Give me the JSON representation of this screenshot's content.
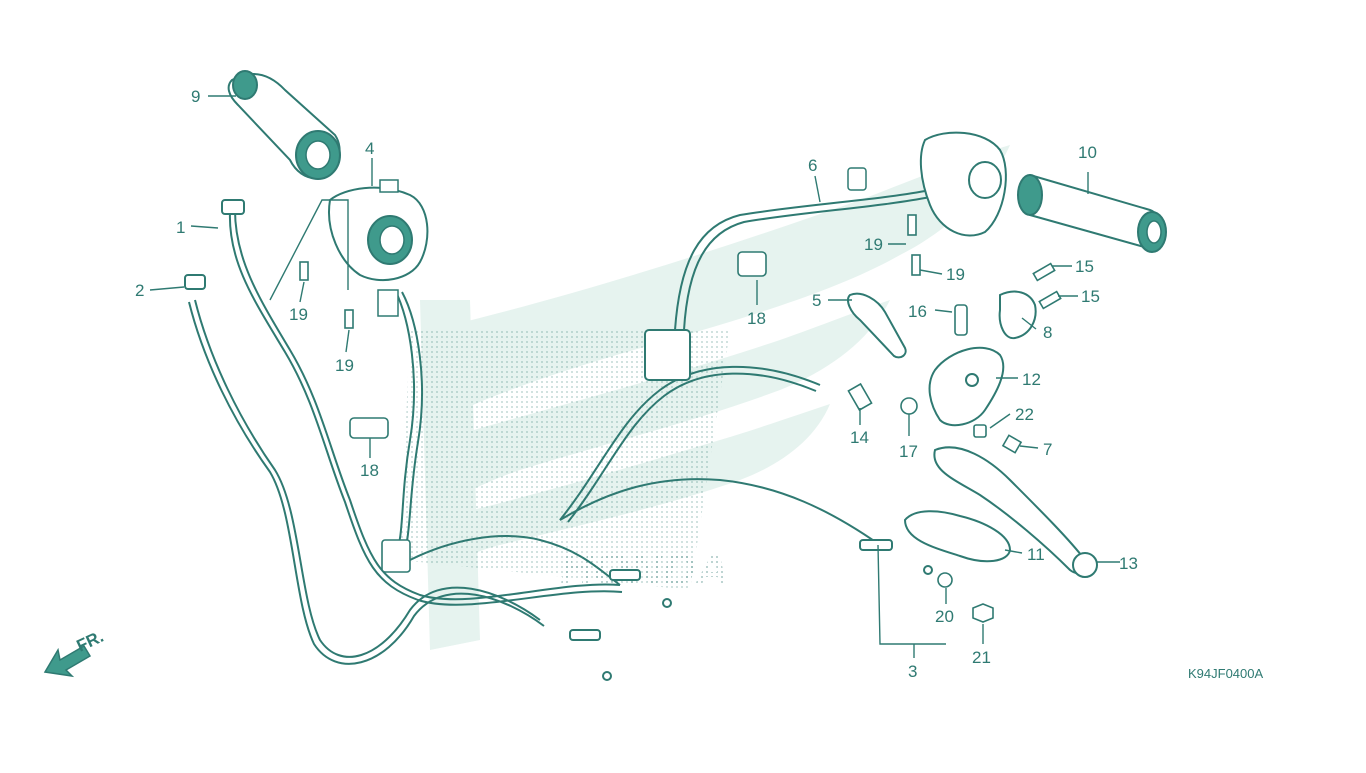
{
  "colors": {
    "ink": "#2f7a72",
    "dot": "#2f7a72",
    "watermark": "#e6f3ef",
    "fill": "#ffffff",
    "grip": "#3f9a8c"
  },
  "watermark": {
    "brand_text": "HONDA"
  },
  "front_indicator": {
    "text": "FR.",
    "icon": "arrow-down-left-icon"
  },
  "drawing_code": "K94JF0400A",
  "labels": [
    {
      "id": "1",
      "text": "1"
    },
    {
      "id": "2",
      "text": "2"
    },
    {
      "id": "3",
      "text": "3"
    },
    {
      "id": "4",
      "text": "4"
    },
    {
      "id": "5",
      "text": "5"
    },
    {
      "id": "6",
      "text": "6"
    },
    {
      "id": "7",
      "text": "7"
    },
    {
      "id": "8",
      "text": "8"
    },
    {
      "id": "9",
      "text": "9"
    },
    {
      "id": "10",
      "text": "10"
    },
    {
      "id": "11",
      "text": "11"
    },
    {
      "id": "12",
      "text": "12"
    },
    {
      "id": "13",
      "text": "13"
    },
    {
      "id": "14",
      "text": "14"
    },
    {
      "id": "15a",
      "text": "15"
    },
    {
      "id": "15b",
      "text": "15"
    },
    {
      "id": "16",
      "text": "16"
    },
    {
      "id": "17",
      "text": "17"
    },
    {
      "id": "18a",
      "text": "18"
    },
    {
      "id": "18b",
      "text": "18"
    },
    {
      "id": "19a",
      "text": "19"
    },
    {
      "id": "19b",
      "text": "19"
    },
    {
      "id": "19c",
      "text": "19"
    },
    {
      "id": "19d",
      "text": "19"
    },
    {
      "id": "20",
      "text": "20"
    },
    {
      "id": "21",
      "text": "21"
    },
    {
      "id": "22",
      "text": "22"
    }
  ]
}
